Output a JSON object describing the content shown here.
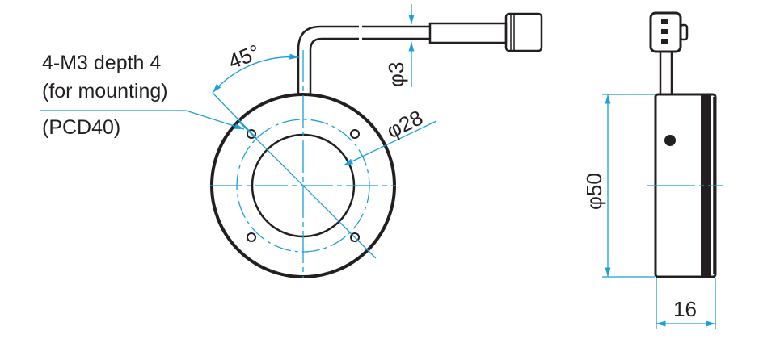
{
  "annotations": {
    "mounting_line1": "4-M3 depth 4",
    "mounting_line2": "(for mounting)",
    "pcd": "(PCD40)",
    "angle": "45°",
    "cable_diameter": "φ3",
    "inner_diameter": "φ28",
    "outer_diameter": "φ50",
    "depth": "16"
  },
  "colors": {
    "dimension": "#1aa0dc",
    "outline": "#231f20"
  }
}
